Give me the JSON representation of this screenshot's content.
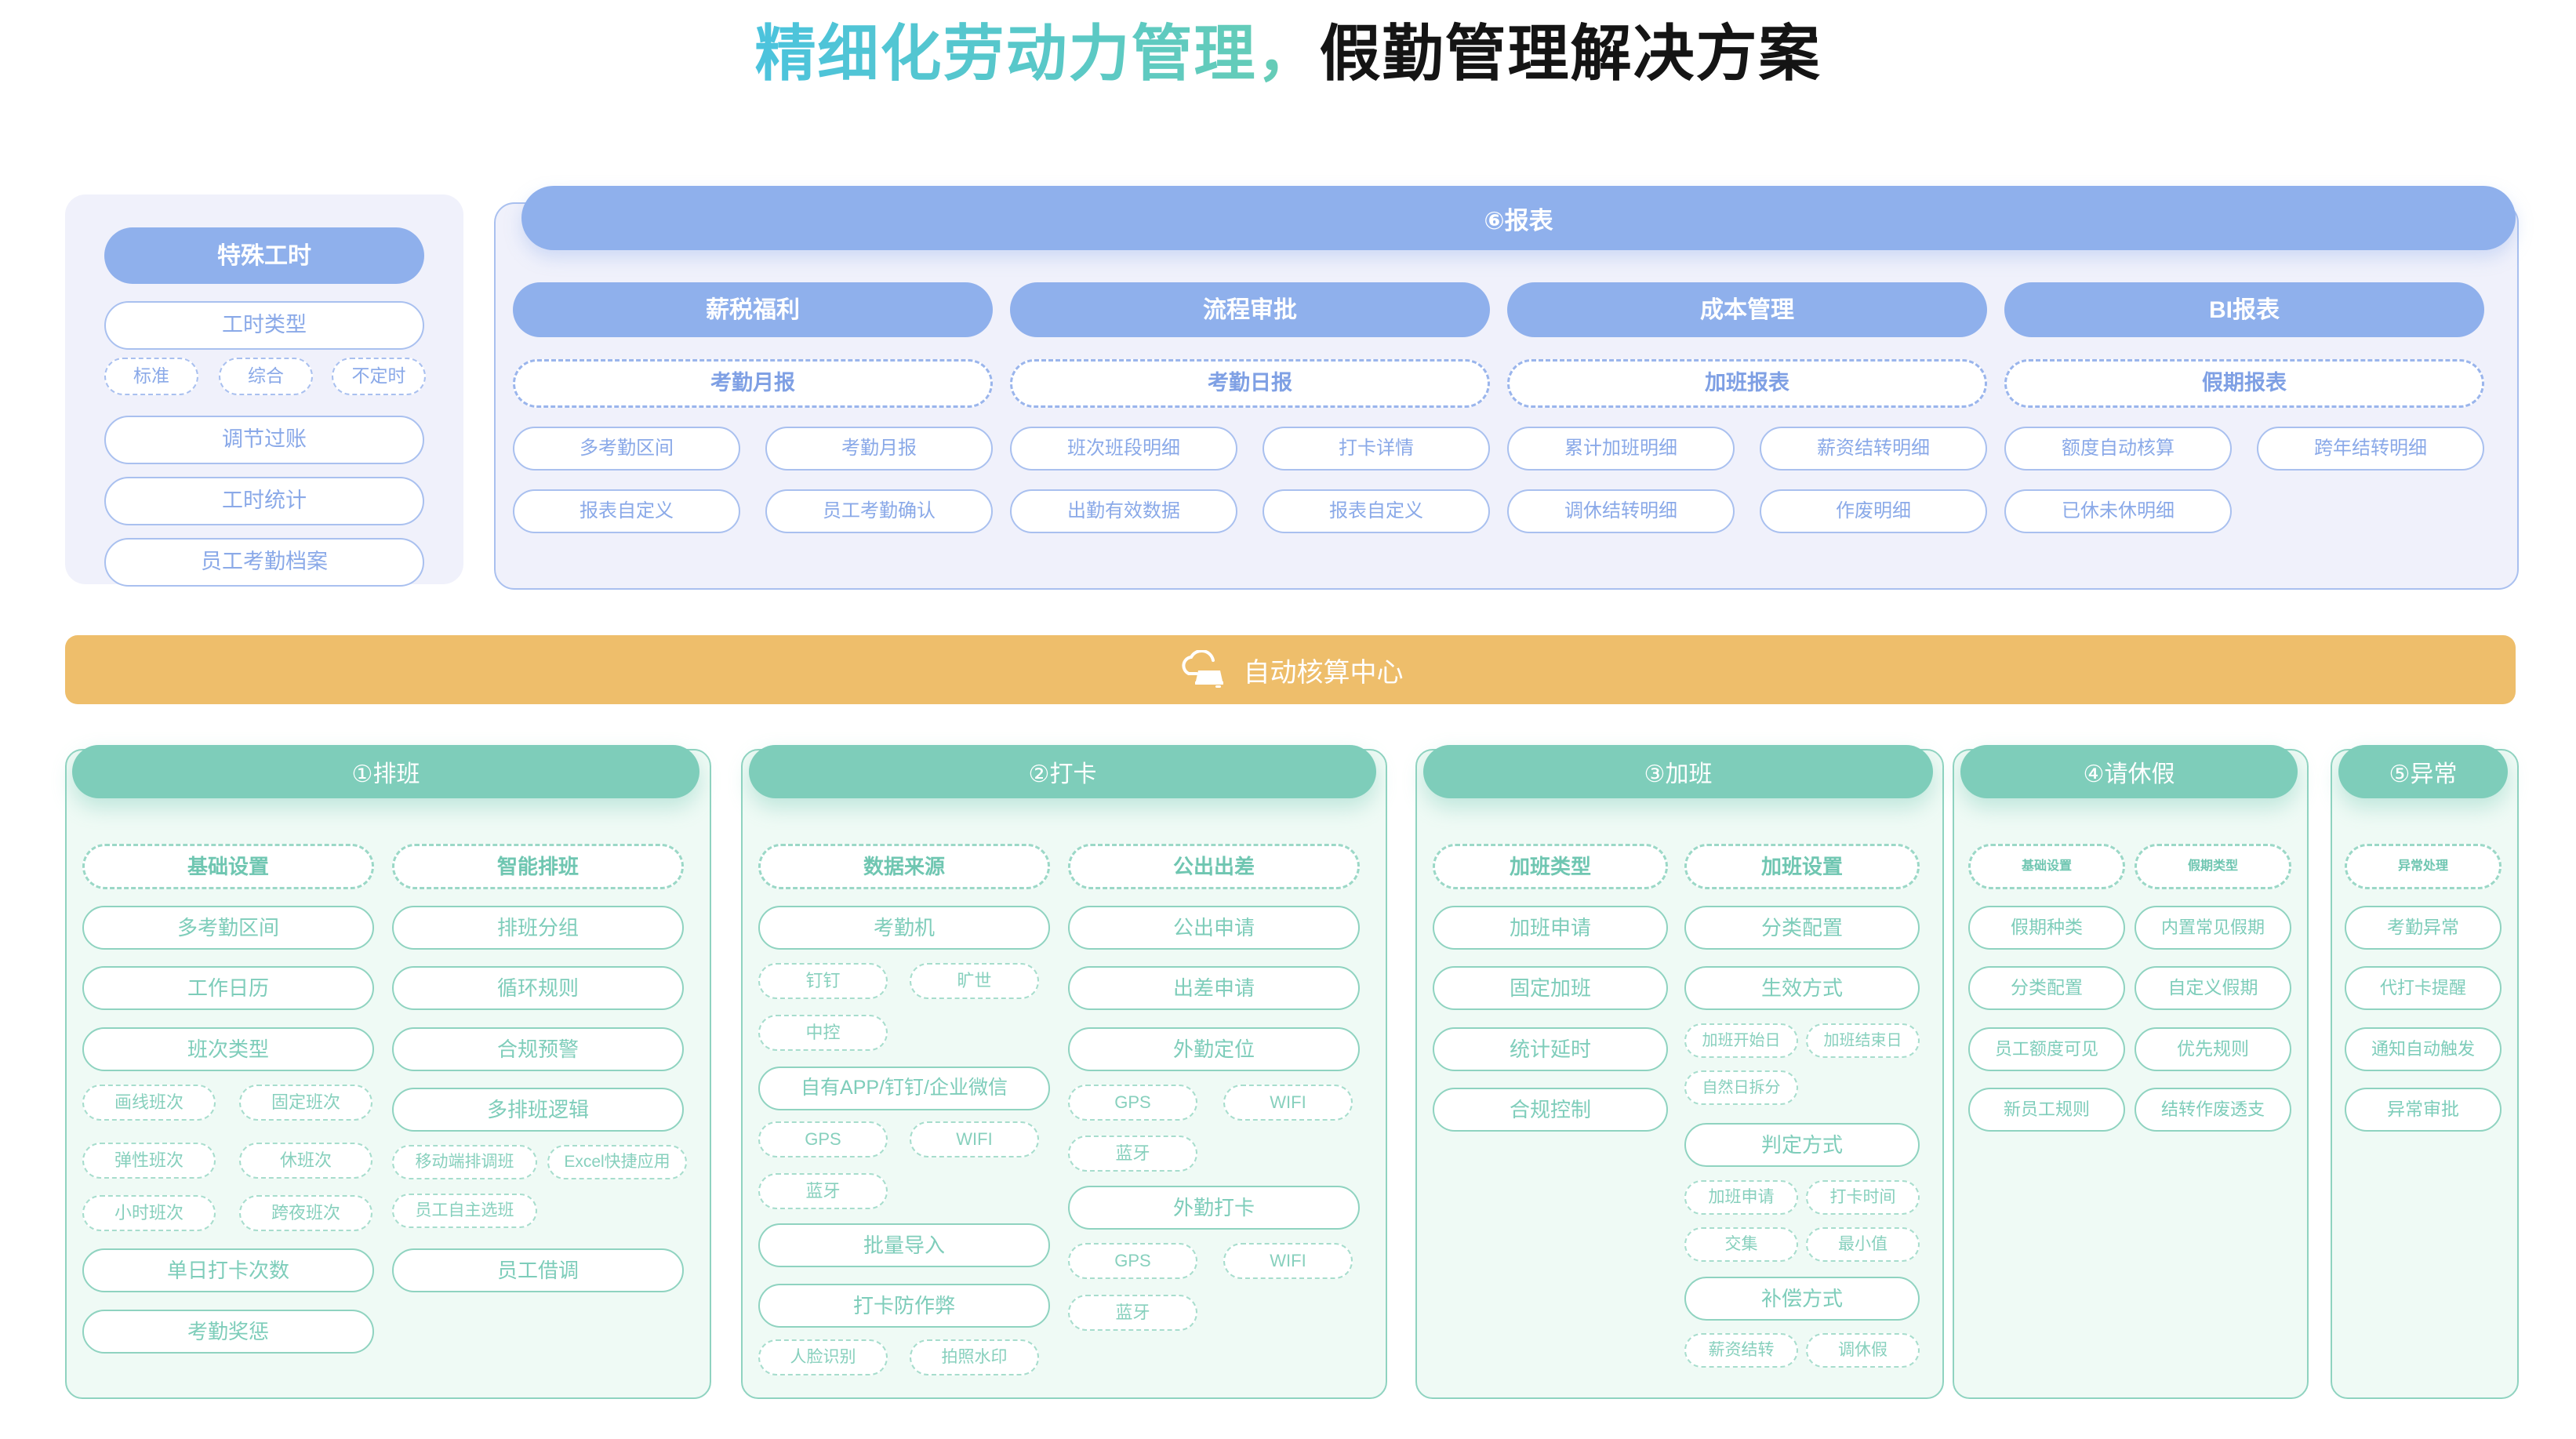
{
  "title": {
    "part1": "精细化劳动力管理，",
    "part2": "假勤管理解决方案"
  },
  "special_hours": {
    "header": "特殊工时",
    "rows": [
      {
        "label": "工时类型"
      },
      {
        "label": "调节过账"
      },
      {
        "label": "工时统计"
      },
      {
        "label": "员工考勤档案"
      }
    ],
    "type_chips": [
      "标准",
      "综合",
      "不定时"
    ]
  },
  "report": {
    "header": "⑥报表",
    "columns": [
      {
        "category": "薪税福利",
        "sub": "考勤月报",
        "leaves": [
          "多考勤区间",
          "考勤月报",
          "报表自定义",
          "员工考勤确认"
        ]
      },
      {
        "category": "流程审批",
        "sub": "考勤日报",
        "leaves": [
          "班次班段明细",
          "打卡详情",
          "出勤有效数据",
          "报表自定义"
        ]
      },
      {
        "category": "成本管理",
        "sub": "加班报表",
        "leaves": [
          "累计加班明细",
          "薪资结转明细",
          "调休结转明细",
          "作废明细"
        ]
      },
      {
        "category": "BI报表",
        "sub": "假期报表",
        "leaves": [
          "额度自动核算",
          "跨年结转明细",
          "已休未休明细",
          ""
        ]
      }
    ]
  },
  "auto_center": {
    "label": "自动核算中心",
    "icon": "cloud-server-icon"
  },
  "columns": [
    {
      "header": "①排班",
      "left": {
        "group": "基础设置",
        "items": [
          "多考勤区间",
          "工作日历",
          "班次类型"
        ],
        "chips": [
          "画线班次",
          "固定班次",
          "弹性班次",
          "休班次",
          "小时班次",
          "跨夜班次"
        ],
        "tail": [
          "单日打卡次数",
          "考勤奖惩"
        ]
      },
      "right": {
        "group": "智能排班",
        "items": [
          "排班分组",
          "循环规则",
          "合规预警",
          "多排班逻辑"
        ],
        "chips": [
          "移动端排调班",
          "Excel快捷应用",
          "员工自主选班"
        ],
        "tail": [
          "员工借调"
        ]
      }
    },
    {
      "header": "②打卡",
      "left": {
        "group": "数据来源",
        "items": [
          "考勤机"
        ],
        "chips": [
          "钉钉",
          "旷世",
          "中控"
        ],
        "item2": "自有APP/钉钉/企业微信",
        "chips2": [
          "GPS",
          "WIFI",
          "蓝牙"
        ],
        "item3": "批量导入",
        "item4": "打卡防作弊",
        "chips3": [
          "人脸识别",
          "拍照水印"
        ]
      },
      "right": {
        "group": "公出出差",
        "items": [
          "公出申请",
          "出差申请",
          "外勤定位"
        ],
        "chips": [
          "GPS",
          "WIFI",
          "蓝牙"
        ],
        "item2": "外勤打卡",
        "chips2": [
          "GPS",
          "WIFI",
          "蓝牙"
        ]
      }
    },
    {
      "header": "③加班",
      "left": {
        "group": "加班类型",
        "items": [
          "加班申请",
          "固定加班",
          "统计延时",
          "合规控制"
        ]
      },
      "right": {
        "group": "加班设置",
        "items": [
          "分类配置",
          "生效方式"
        ],
        "chips": [
          "加班开始日",
          "加班结束日",
          "自然日拆分"
        ],
        "item2": "判定方式",
        "chips2": [
          "加班申请",
          "打卡时间",
          "交集",
          "最小值"
        ],
        "item3": "补偿方式",
        "chips3": [
          "薪资结转",
          "调休假"
        ]
      }
    },
    {
      "header": "④请休假",
      "left": {
        "group": "基础设置",
        "items": [
          "假期种类",
          "分类配置",
          "员工额度可见",
          "新员工规则"
        ]
      },
      "right": {
        "group": "假期类型",
        "items": [
          "内置常见假期",
          "自定义假期",
          "优先规则",
          "结转作废透支"
        ]
      }
    },
    {
      "header": "⑤异常",
      "left": {
        "group": "异常处理",
        "items": [
          "考勤异常",
          "代打卡提醒",
          "通知自动触发",
          "异常审批"
        ]
      }
    }
  ],
  "colors": {
    "blue": "#8fb0ec",
    "green": "#7ecdba",
    "orange": "#eebe6b",
    "panel_blue_bg": "#f0f1fb",
    "panel_green_bg": "#effaf5"
  }
}
